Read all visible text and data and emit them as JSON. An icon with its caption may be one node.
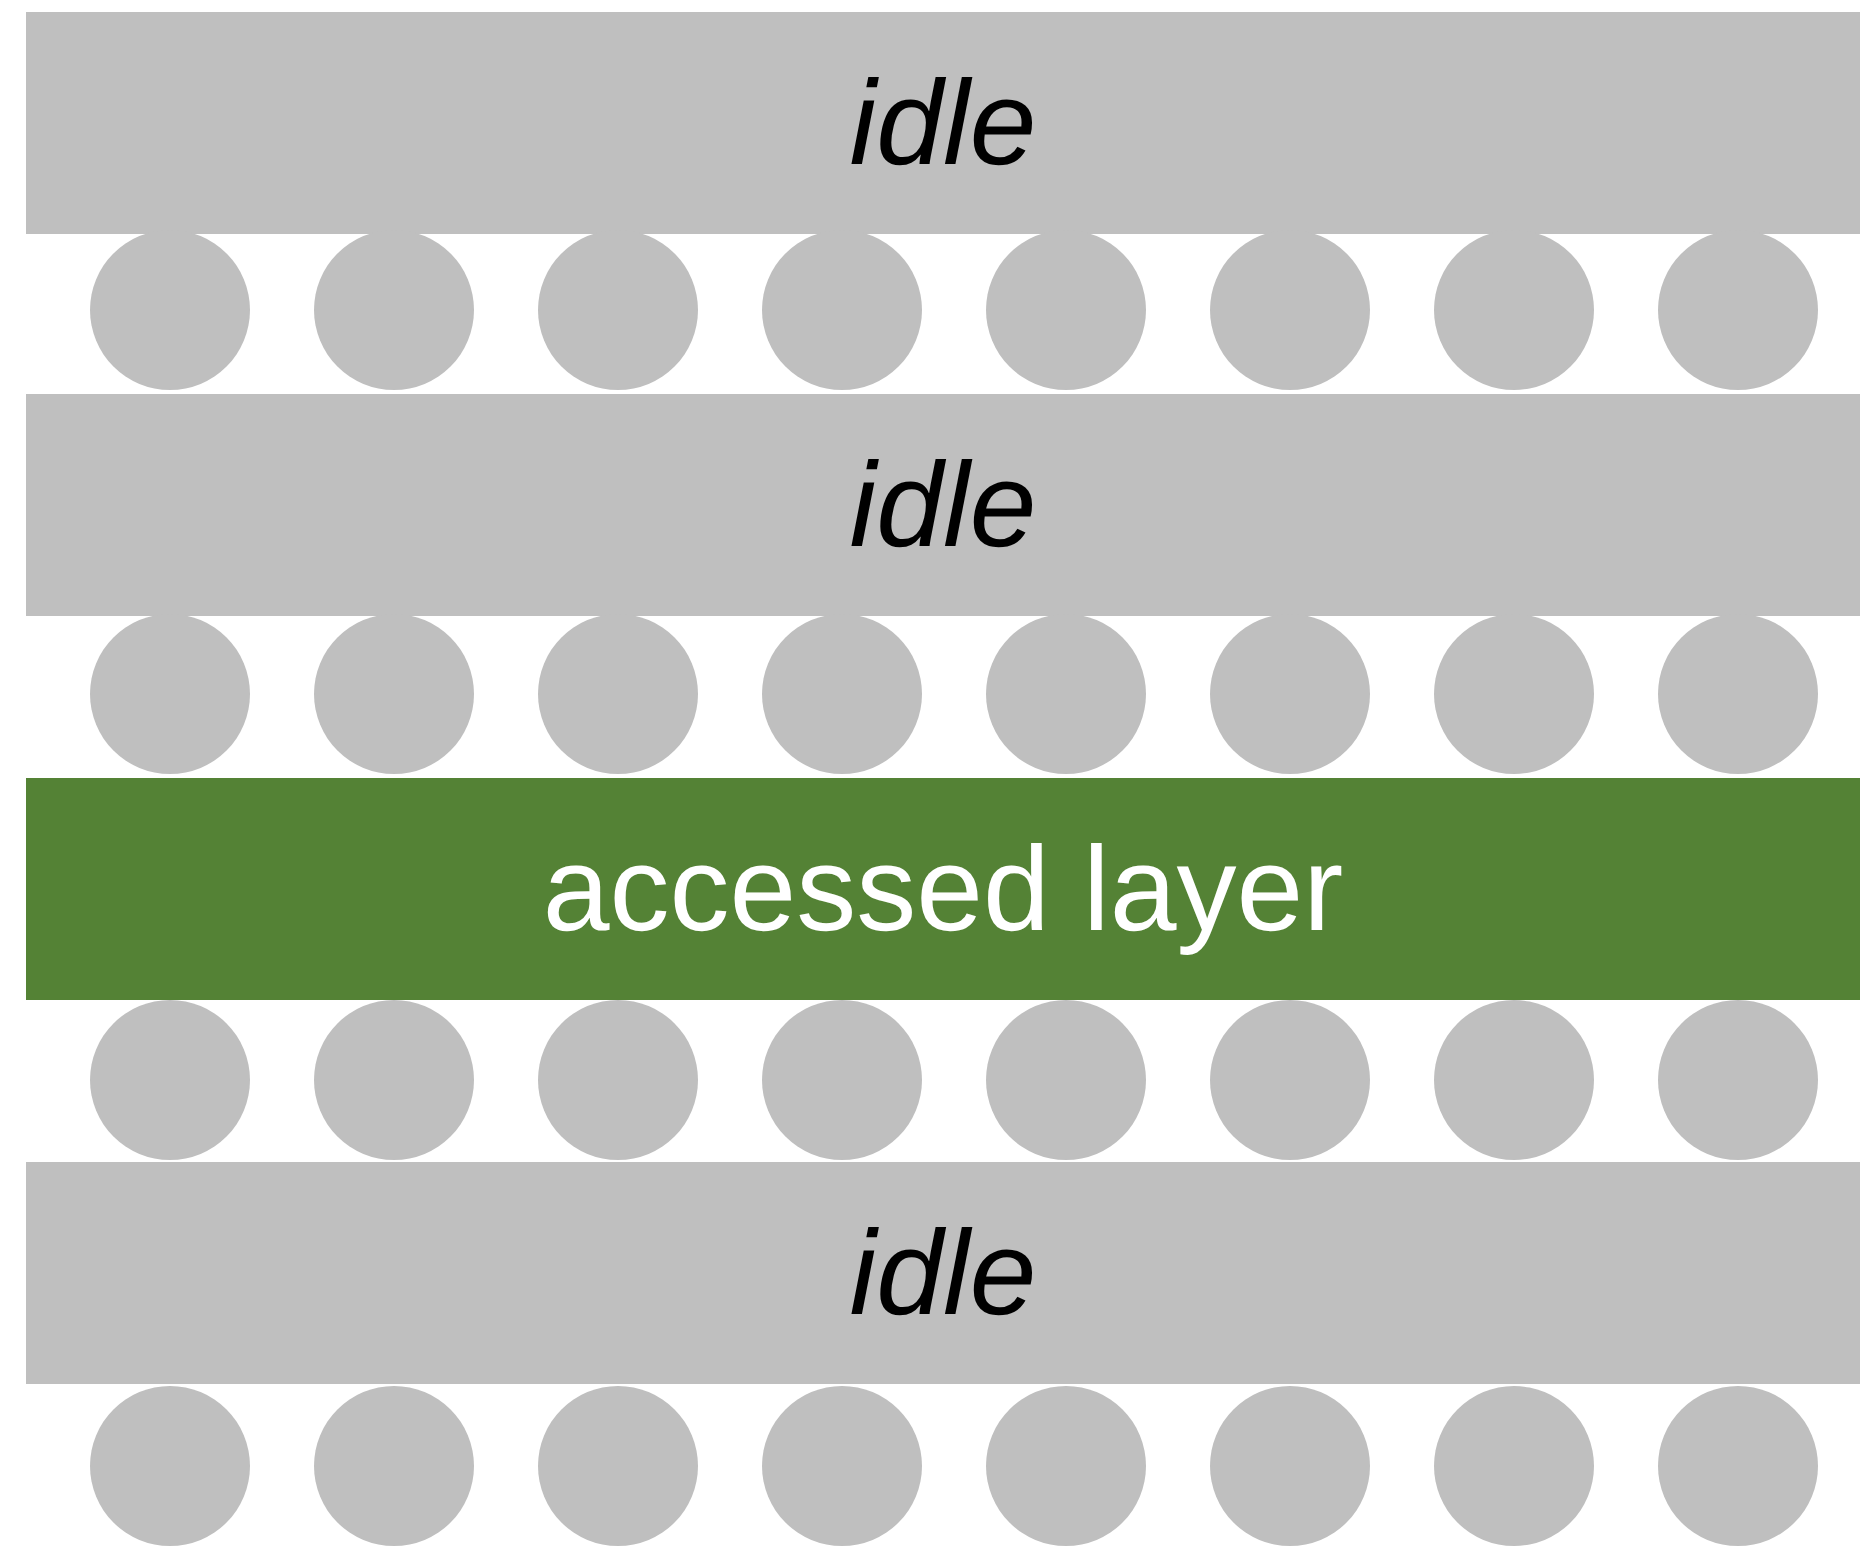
{
  "diagram": {
    "nodes": [
      {
        "text": [
          "idle"
        ]
      },
      {
        "text": [],
        "shape": "circle"
      },
      {
        "text": [],
        "shape": "circle"
      },
      {
        "text": [],
        "shape": "circle"
      },
      {
        "text": [],
        "shape": "circle"
      },
      {
        "text": [],
        "shape": "circle"
      },
      {
        "text": [],
        "shape": "circle"
      },
      {
        "text": [],
        "shape": "circle"
      },
      {
        "text": [],
        "shape": "circle"
      },
      {
        "text": [
          "idle"
        ]
      },
      {
        "text": [],
        "shape": "circle"
      },
      {
        "text": [],
        "shape": "circle"
      },
      {
        "text": [],
        "shape": "circle"
      },
      {
        "text": [],
        "shape": "circle"
      },
      {
        "text": [],
        "shape": "circle"
      },
      {
        "text": [],
        "shape": "circle"
      },
      {
        "text": [],
        "shape": "circle"
      },
      {
        "text": [],
        "shape": "circle"
      },
      {
        "text": [
          "accessed layer"
        ]
      },
      {
        "text": [],
        "shape": "circle"
      },
      {
        "text": [],
        "shape": "circle"
      },
      {
        "text": [],
        "shape": "circle"
      },
      {
        "text": [],
        "shape": "circle"
      },
      {
        "text": [],
        "shape": "circle"
      },
      {
        "text": [],
        "shape": "circle"
      },
      {
        "text": [],
        "shape": "circle"
      },
      {
        "text": [],
        "shape": "circle"
      },
      {
        "text": [
          "idle"
        ]
      },
      {
        "text": [],
        "shape": "circle"
      },
      {
        "text": [],
        "shape": "circle"
      },
      {
        "text": [],
        "shape": "circle"
      },
      {
        "text": [],
        "shape": "circle"
      },
      {
        "text": [],
        "shape": "circle"
      },
      {
        "text": [],
        "shape": "circle"
      },
      {
        "text": [],
        "shape": "circle"
      },
      {
        "text": [],
        "shape": "circle"
      }
    ]
  }
}
